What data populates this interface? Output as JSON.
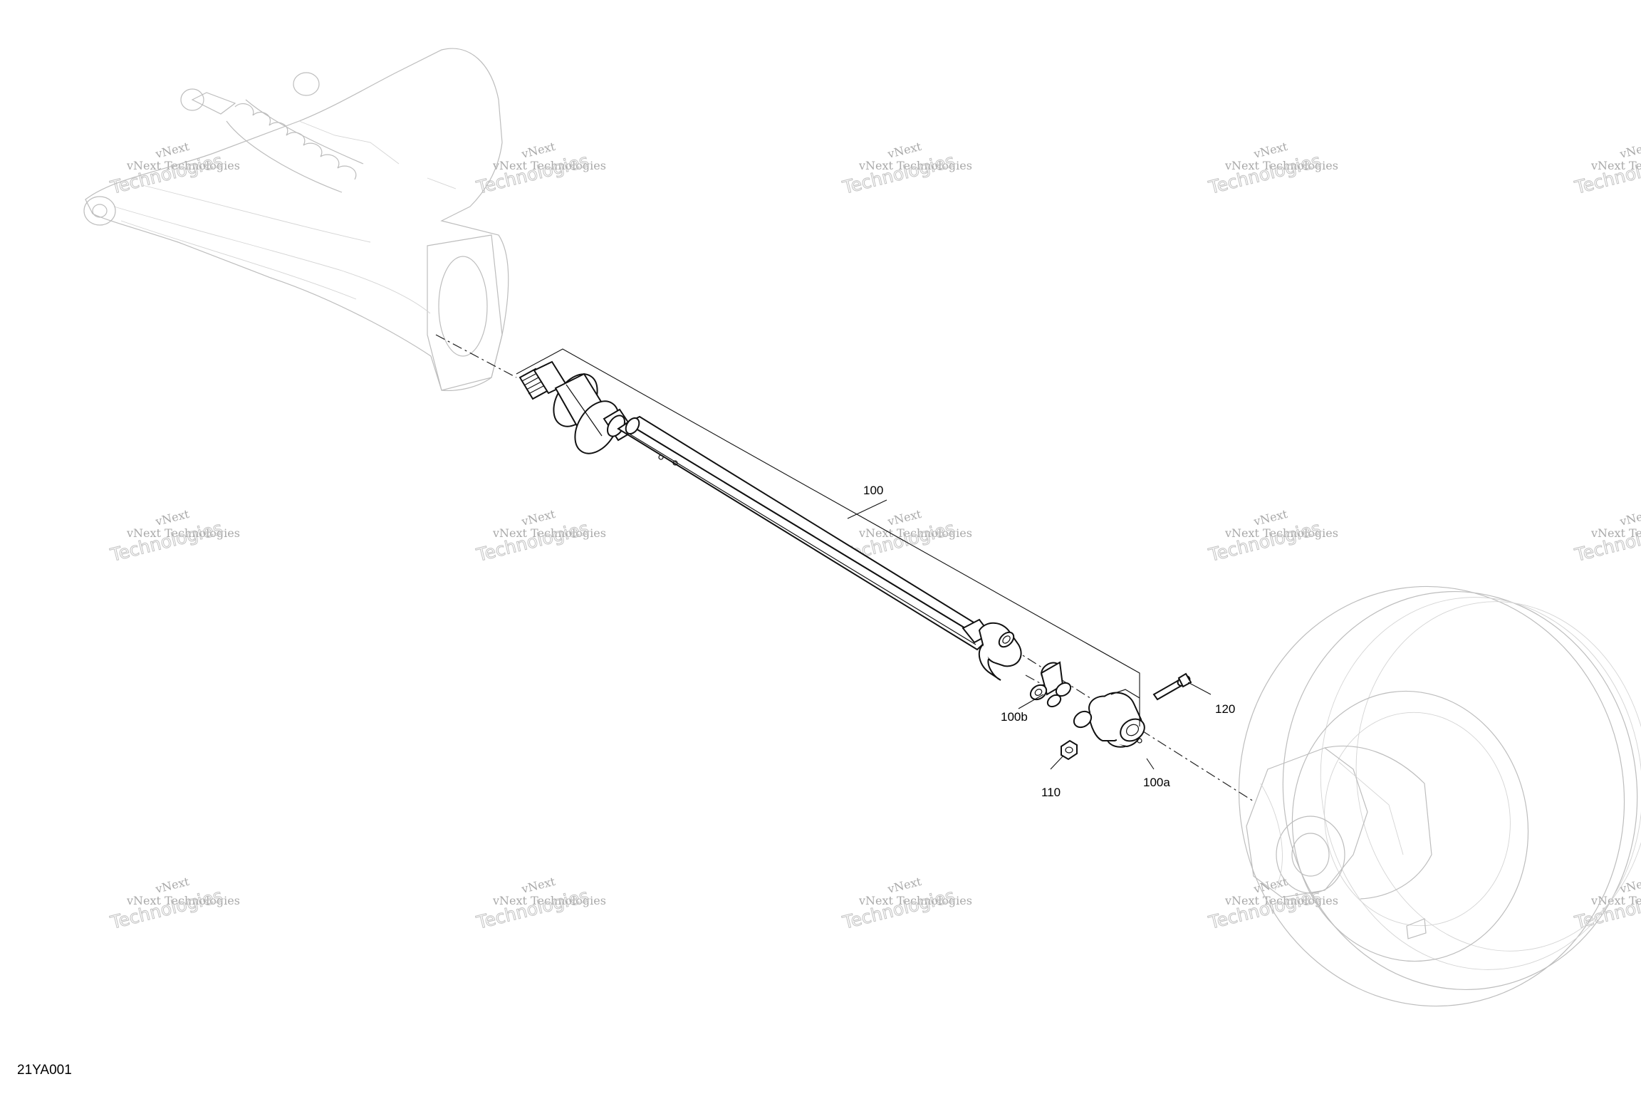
{
  "figure_code": "21YA001",
  "callouts": {
    "shaft": "100",
    "yoke": "100a",
    "cross": "100b",
    "nut": "110",
    "bolt": "120"
  },
  "watermark": {
    "line_top": "vNext",
    "line_mid": "vNext Technologies",
    "line_big": "Technologies"
  },
  "colors": {
    "line": "#111111",
    "ghost": "#bdbdbd",
    "watermark": "#b8b8b8"
  }
}
